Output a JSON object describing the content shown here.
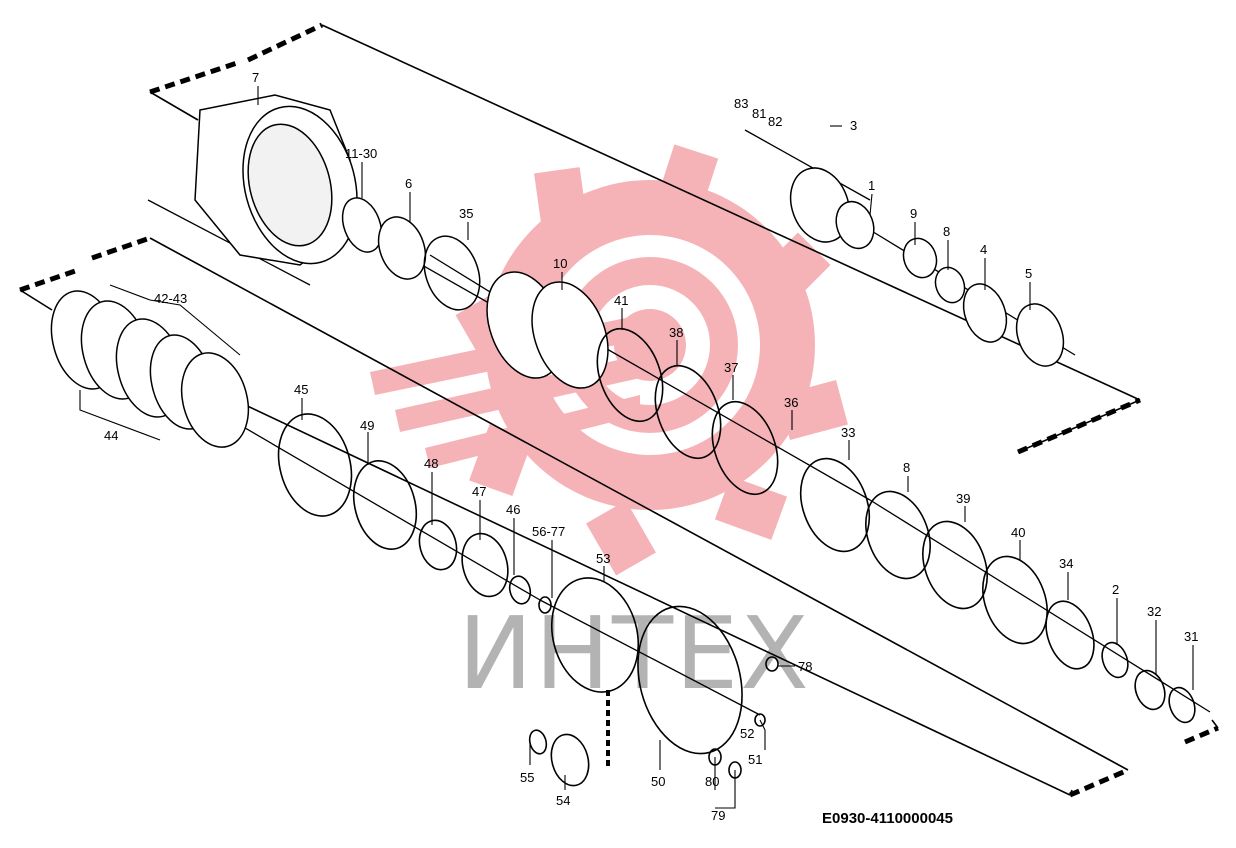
{
  "drawing_code": "E0930-4110000045",
  "watermark": {
    "text": "ИНТЕХ",
    "gear_color": "#f4a6aa",
    "text_color": "#9a9a9a"
  },
  "part_labels": [
    {
      "id": "p7",
      "text": "7"
    },
    {
      "id": "p11_30",
      "text": "11-30"
    },
    {
      "id": "p6",
      "text": "6"
    },
    {
      "id": "p35",
      "text": "35"
    },
    {
      "id": "p10",
      "text": "10"
    },
    {
      "id": "p83",
      "text": "83"
    },
    {
      "id": "p81",
      "text": "81"
    },
    {
      "id": "p82",
      "text": "82"
    },
    {
      "id": "p3",
      "text": "3"
    },
    {
      "id": "p1",
      "text": "1"
    },
    {
      "id": "p9",
      "text": "9"
    },
    {
      "id": "p8a",
      "text": "8"
    },
    {
      "id": "p4",
      "text": "4"
    },
    {
      "id": "p5",
      "text": "5"
    },
    {
      "id": "p42_43",
      "text": "42-43"
    },
    {
      "id": "p44",
      "text": "44"
    },
    {
      "id": "p41",
      "text": "41"
    },
    {
      "id": "p38",
      "text": "38"
    },
    {
      "id": "p37",
      "text": "37"
    },
    {
      "id": "p36",
      "text": "36"
    },
    {
      "id": "p33",
      "text": "33"
    },
    {
      "id": "p45",
      "text": "45"
    },
    {
      "id": "p49",
      "text": "49"
    },
    {
      "id": "p48",
      "text": "48"
    },
    {
      "id": "p47",
      "text": "47"
    },
    {
      "id": "p46",
      "text": "46"
    },
    {
      "id": "p56_77",
      "text": "56-77"
    },
    {
      "id": "p53",
      "text": "53"
    },
    {
      "id": "p8b",
      "text": "8"
    },
    {
      "id": "p39",
      "text": "39"
    },
    {
      "id": "p40",
      "text": "40"
    },
    {
      "id": "p34",
      "text": "34"
    },
    {
      "id": "p2",
      "text": "2"
    },
    {
      "id": "p32",
      "text": "32"
    },
    {
      "id": "p31",
      "text": "31"
    },
    {
      "id": "p78",
      "text": "78"
    },
    {
      "id": "p52",
      "text": "52"
    },
    {
      "id": "p51",
      "text": "51"
    },
    {
      "id": "p55",
      "text": "55"
    },
    {
      "id": "p54",
      "text": "54"
    },
    {
      "id": "p50",
      "text": "50"
    },
    {
      "id": "p80",
      "text": "80"
    },
    {
      "id": "p79",
      "text": "79"
    }
  ]
}
